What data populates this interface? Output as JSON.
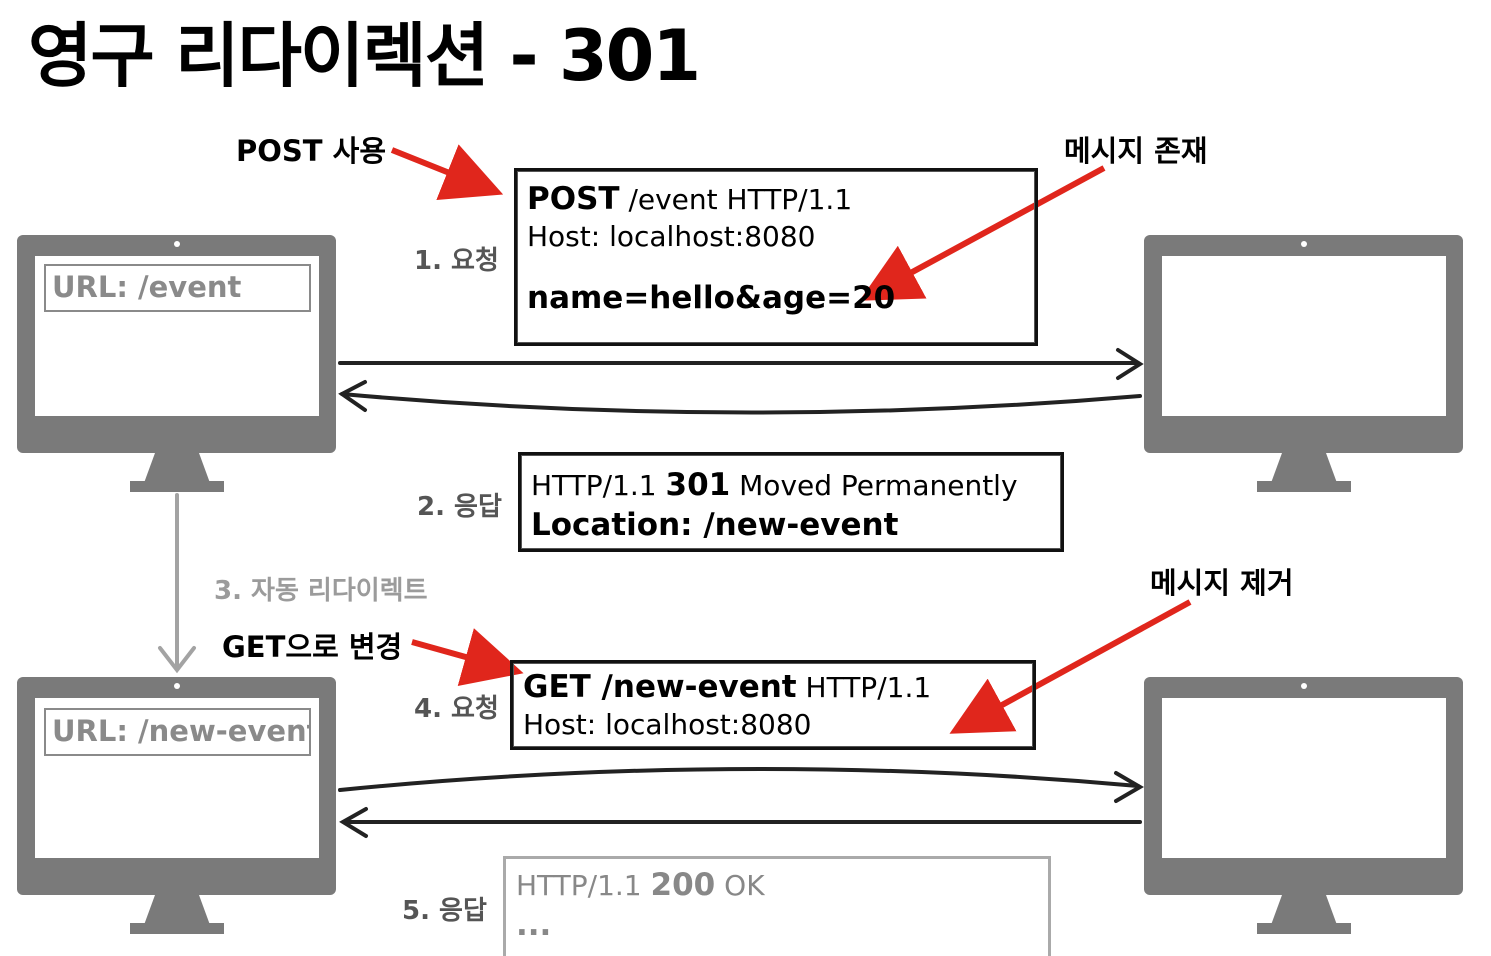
{
  "title": "영구 리다이렉션 - 301",
  "colors": {
    "arrow_red": "#e0261c",
    "monitor_gray": "#7a7a7a",
    "dim_gray": "#9b9b9b"
  },
  "annotations": {
    "post_use": "POST 사용",
    "message_exists": "메시지 존재",
    "message_removed": "메시지 제거",
    "changed_to_get": "GET으로 변경"
  },
  "steps": {
    "step1": "1. 요청",
    "step2": "2. 응답",
    "step3": "3. 자동 리다이렉트",
    "step4": "4. 요청",
    "step5": "5. 응답"
  },
  "client_top": {
    "url": "URL: /event"
  },
  "client_bottom": {
    "url": "URL: /new-event"
  },
  "request1": {
    "method": "POST",
    "line_rest": " /event HTTP/1.1",
    "host": "Host: localhost:8080",
    "body": "name=hello&age=20"
  },
  "response1": {
    "status_prefix": "HTTP/1.1 ",
    "status_code": "301",
    "status_text": " Moved Permanently",
    "location": "Location: /new-event"
  },
  "request2": {
    "method_path": "GET /new-event",
    "version": " HTTP/1.1",
    "host": "Host: localhost:8080"
  },
  "response2": {
    "status_prefix": "HTTP/1.1 ",
    "status_code": "200",
    "status_text": " OK",
    "ellipsis": "..."
  }
}
